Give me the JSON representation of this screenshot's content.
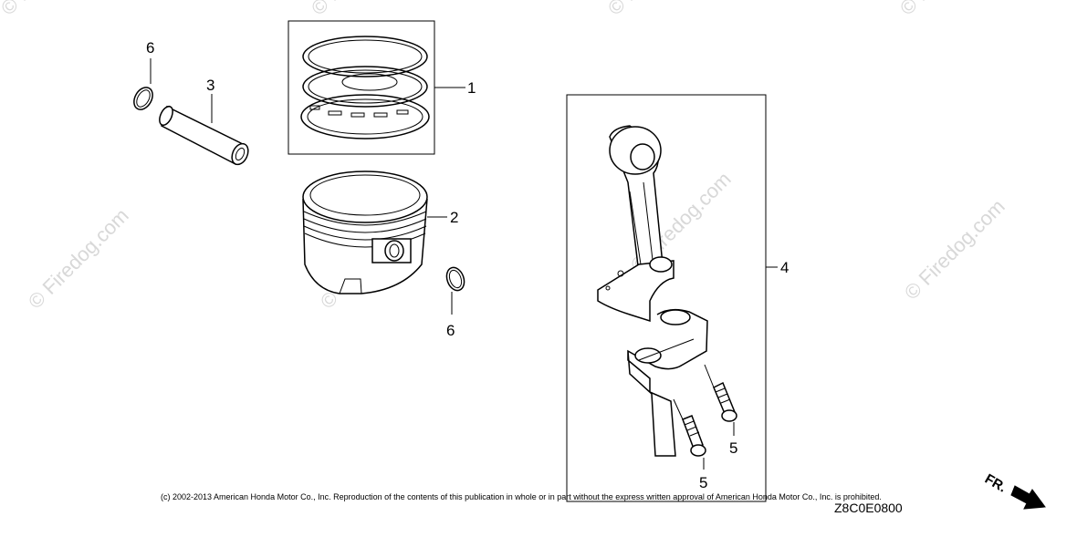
{
  "callouts": {
    "ring_set": "1",
    "piston": "2",
    "piston_pin": "3",
    "connecting_rod": "4",
    "bolt_right": "5",
    "bolt_left": "5",
    "clip_top": "6",
    "clip_bottom": "6"
  },
  "copyright_text": "(c) 2002-2013 American Honda Motor Co., Inc. Reproduction of the contents of this publication in whole or in part without the express written approval of American Honda Motor Co., Inc. is prohibited.",
  "diagram_code": "Z8C0E0800",
  "direction_label": "FR.",
  "watermark_text": "© Firedog.com",
  "colors": {
    "line": "#000000",
    "watermark": "#d8d8d8",
    "background": "#ffffff"
  }
}
